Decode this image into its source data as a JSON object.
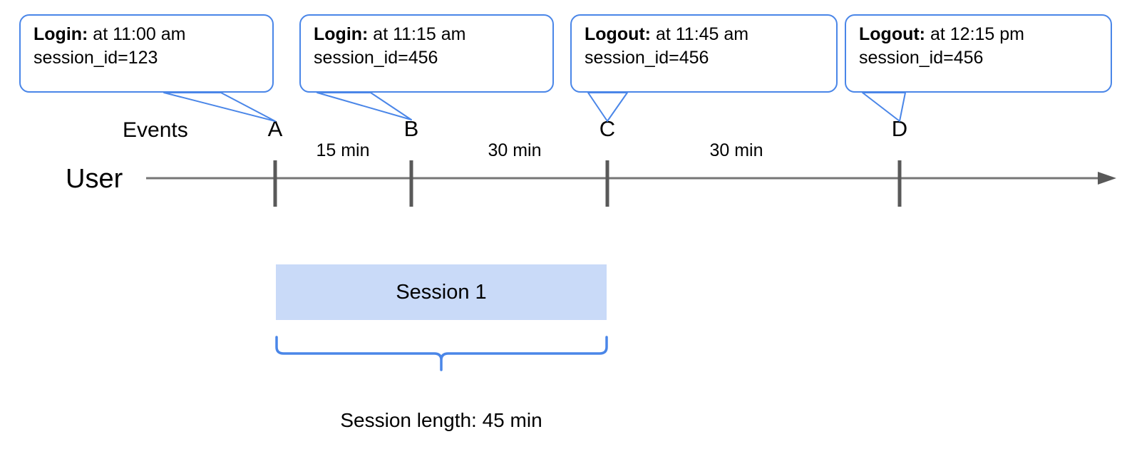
{
  "diagram": {
    "lanes": {
      "events_label": "Events",
      "user_label": "User"
    },
    "markers": [
      {
        "id": "A",
        "label": "A"
      },
      {
        "id": "B",
        "label": "B"
      },
      {
        "id": "C",
        "label": "C"
      },
      {
        "id": "D",
        "label": "D"
      }
    ],
    "intervals": [
      {
        "label": "15 min",
        "from": "A",
        "to": "B"
      },
      {
        "label": "30 min",
        "from": "B",
        "to": "C"
      },
      {
        "label": "30 min",
        "from": "C",
        "to": "D"
      }
    ],
    "callouts": [
      {
        "event": "Login:",
        "time": " at 11:00 am",
        "session": "session_id=123",
        "points_to": "A"
      },
      {
        "event": "Login:",
        "time": " at 11:15 am",
        "session": "session_id=456",
        "points_to": "B"
      },
      {
        "event": "Logout:",
        "time": " at 11:45 am",
        "session": "session_id=456",
        "points_to": "C"
      },
      {
        "event": "Logout:",
        "time": " at 12:15 pm",
        "session": "session_id=456",
        "points_to": "D"
      }
    ],
    "session": {
      "bar_label": "Session 1",
      "length_label": "Session length: 45 min",
      "spans_from": "A",
      "spans_to": "C"
    },
    "colors": {
      "callout_border": "#4a86e8",
      "brace": "#4a86e8",
      "session_fill": "#c9daf8",
      "axis": "#767676",
      "tick": "#595959",
      "text": "#000000"
    }
  }
}
